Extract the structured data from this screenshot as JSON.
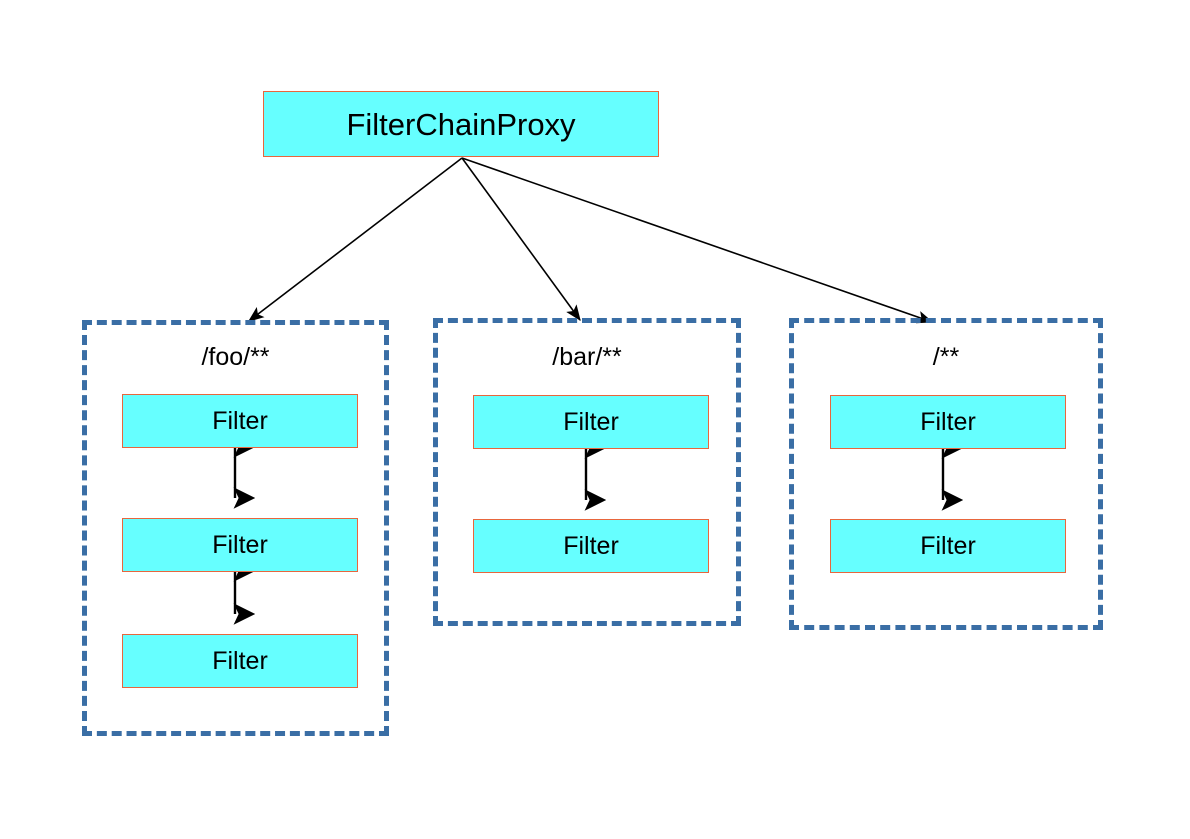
{
  "diagram": {
    "title_node": {
      "label": "FilterChainProxy"
    },
    "groups": [
      {
        "label": "/foo/**",
        "filters": [
          {
            "label": "Filter"
          },
          {
            "label": "Filter"
          },
          {
            "label": "Filter"
          }
        ]
      },
      {
        "label": "/bar/**",
        "filters": [
          {
            "label": "Filter"
          },
          {
            "label": "Filter"
          }
        ]
      },
      {
        "label": "/**",
        "filters": [
          {
            "label": "Filter"
          },
          {
            "label": "Filter"
          }
        ]
      }
    ],
    "colors": {
      "node_fill": "#66ffff",
      "node_border": "#e8663d",
      "group_border": "#3a6ea5",
      "edge": "#000000",
      "text": "#000000",
      "background": "#ffffff"
    }
  }
}
